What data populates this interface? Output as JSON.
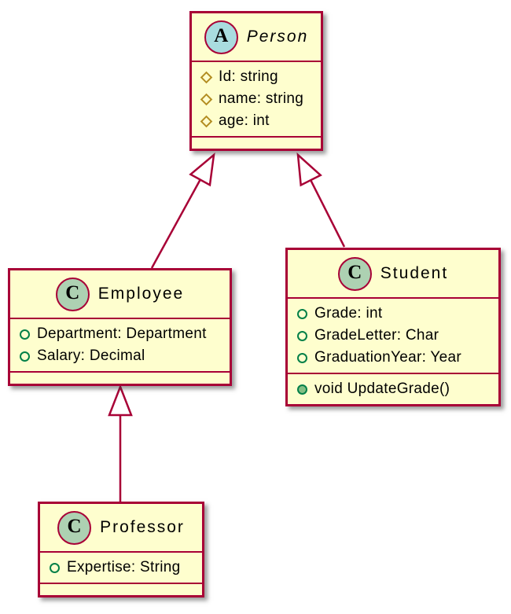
{
  "diagram": {
    "type": "uml-class-diagram",
    "classes": [
      {
        "name": "Person",
        "kind": "abstract",
        "spot_letter": "A",
        "fields": [
          {
            "icon": "diamond-outline",
            "text": "Id: string"
          },
          {
            "icon": "diamond-outline",
            "text": "name: string"
          },
          {
            "icon": "diamond-outline",
            "text": "age: int"
          }
        ],
        "methods": []
      },
      {
        "name": "Employee",
        "kind": "class",
        "spot_letter": "C",
        "fields": [
          {
            "icon": "circle-outline",
            "text": "Department: Department"
          },
          {
            "icon": "circle-outline",
            "text": "Salary: Decimal"
          }
        ],
        "methods": []
      },
      {
        "name": "Student",
        "kind": "class",
        "spot_letter": "C",
        "fields": [
          {
            "icon": "circle-outline",
            "text": "Grade: int"
          },
          {
            "icon": "circle-outline",
            "text": "GradeLetter: Char"
          },
          {
            "icon": "circle-outline",
            "text": "GraduationYear: Year"
          }
        ],
        "methods": [
          {
            "icon": "circle-filled",
            "text": "void UpdateGrade()"
          }
        ]
      },
      {
        "name": "Professor",
        "kind": "class",
        "spot_letter": "C",
        "fields": [
          {
            "icon": "circle-outline",
            "text": "Expertise: String"
          }
        ],
        "methods": []
      }
    ],
    "relationships": [
      {
        "from": "Employee",
        "to": "Person",
        "type": "inheritance"
      },
      {
        "from": "Student",
        "to": "Person",
        "type": "inheritance"
      },
      {
        "from": "Professor",
        "to": "Employee",
        "type": "inheritance"
      }
    ],
    "colors": {
      "background": "#FFFFFF",
      "box_fill": "#FEFECE",
      "border": "#A80036",
      "abstract_spot_fill": "#A9DCDF",
      "class_spot_fill": "#ADD1B2",
      "field_diamond": "#B38D22",
      "member_green": "#038048",
      "method_fill": "#84BE84"
    }
  }
}
